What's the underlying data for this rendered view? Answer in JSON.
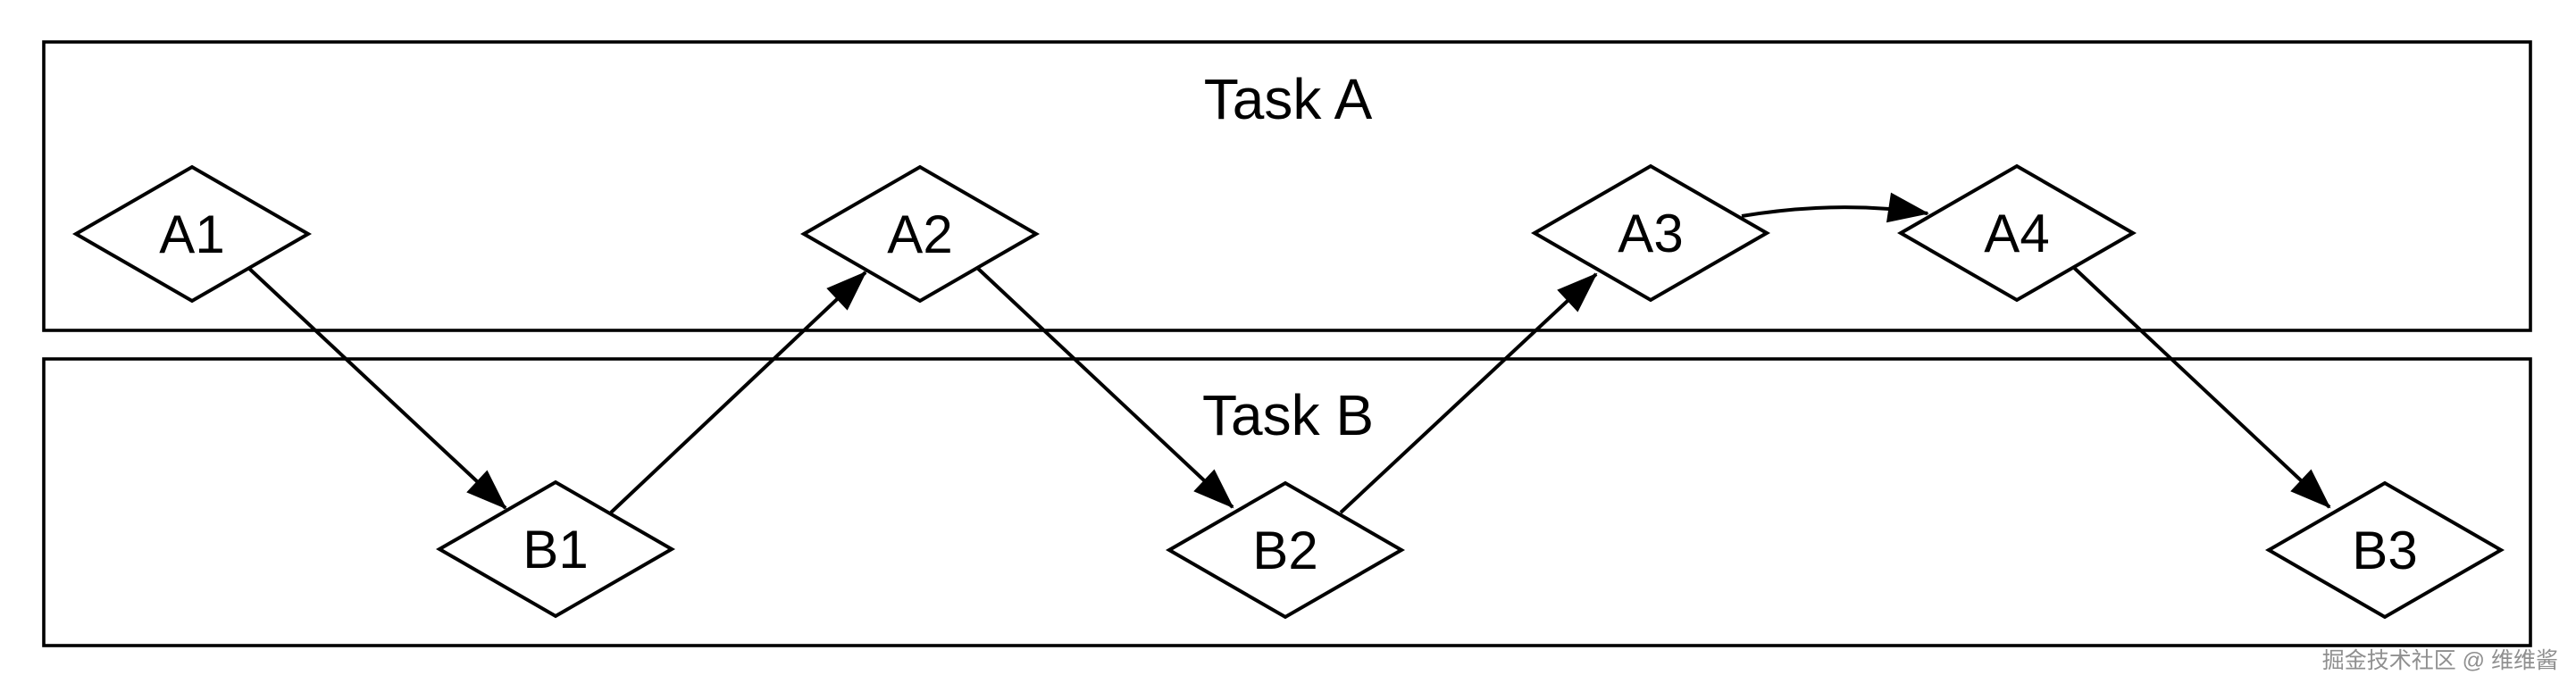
{
  "diagram": {
    "type": "swimlane-flowchart",
    "lanes": {
      "a": {
        "label": "Task A",
        "node_ids": [
          "A1",
          "A2",
          "A3",
          "A4"
        ]
      },
      "b": {
        "label": "Task B",
        "node_ids": [
          "B1",
          "B2",
          "B3"
        ]
      }
    },
    "nodes": {
      "A1": {
        "label": "A1",
        "shape": "diamond",
        "lane": "Task A"
      },
      "A2": {
        "label": "A2",
        "shape": "diamond",
        "lane": "Task A"
      },
      "A3": {
        "label": "A3",
        "shape": "diamond",
        "lane": "Task A"
      },
      "A4": {
        "label": "A4",
        "shape": "diamond",
        "lane": "Task A"
      },
      "B1": {
        "label": "B1",
        "shape": "diamond",
        "lane": "Task B"
      },
      "B2": {
        "label": "B2",
        "shape": "diamond",
        "lane": "Task B"
      },
      "B3": {
        "label": "B3",
        "shape": "diamond",
        "lane": "Task B"
      }
    },
    "edges": [
      {
        "from": "A1",
        "to": "B1"
      },
      {
        "from": "B1",
        "to": "A2"
      },
      {
        "from": "A2",
        "to": "B2"
      },
      {
        "from": "B2",
        "to": "A3"
      },
      {
        "from": "A3",
        "to": "A4"
      },
      {
        "from": "A4",
        "to": "B3"
      }
    ]
  },
  "watermark": {
    "text": "掘金技术社区 @ 维维酱"
  },
  "colors": {
    "stroke": "#000000",
    "background": "#ffffff",
    "text": "#000000",
    "watermark": "#8f8f8f"
  }
}
